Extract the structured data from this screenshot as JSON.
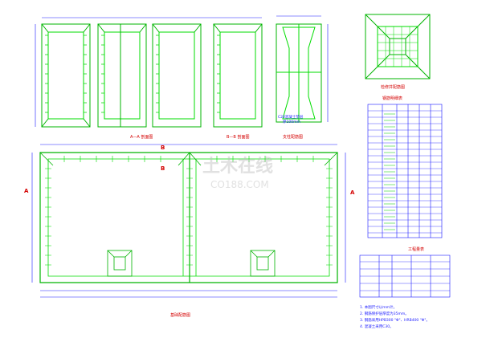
{
  "watermark": {
    "brand": "土木在线",
    "url": "CO188.COM"
  },
  "labels": {
    "section_aa": "A—A 剖面图",
    "section_bb": "B—B 剖面图",
    "detail_column": "支柱配筋图",
    "detail_corner": "C20混凝土垫层",
    "detail_corner_sub": "厚100mm",
    "pit_plan": "检修井配筋图",
    "main_plan": "基础配筋图",
    "rebar_table_title": "钢筋明细表",
    "quantity_table_title": "工程量表",
    "section_mark_a": "A",
    "section_mark_b": "B"
  },
  "notes": [
    "1. 本图尺寸以mm计。",
    "2. 钢筋保护层厚度为35mm。",
    "3. 钢筋采用HPB300 \"Φ\"、HRB400 \"Φ\"。",
    "4. 混凝土采用C30。"
  ],
  "colors": {
    "rebar": "#00cc00",
    "outline": "#00a000",
    "dimension": "#1a1aff",
    "annotation": "#d40000",
    "table_line": "#1a1aff",
    "watermark": "#cfcfcf"
  }
}
